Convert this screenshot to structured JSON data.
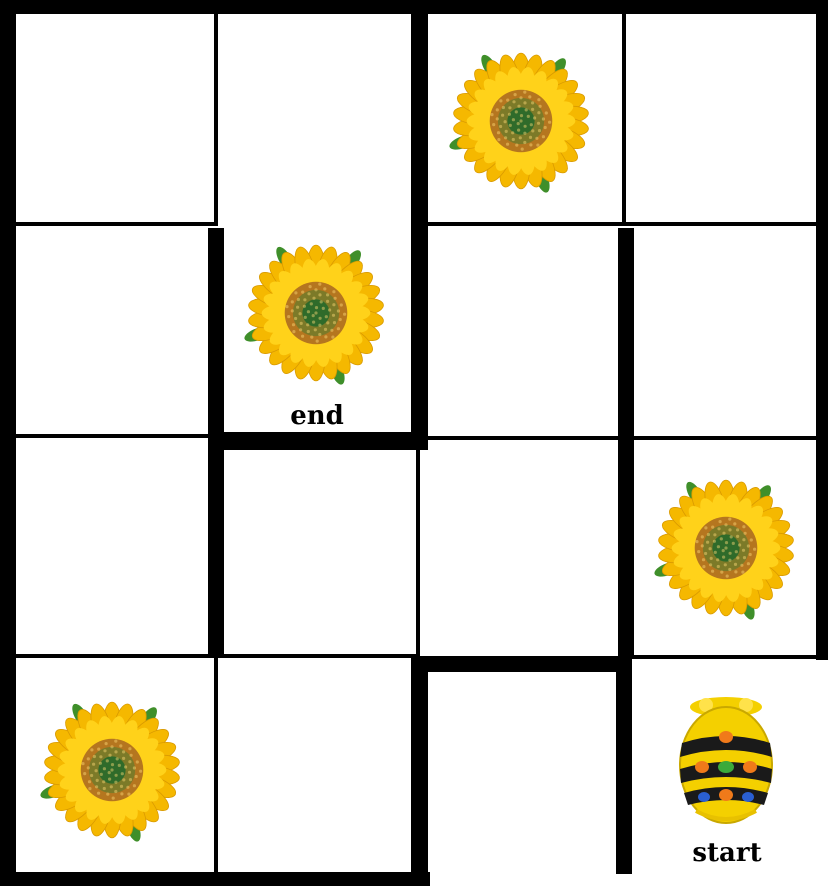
{
  "board": {
    "rows": 4,
    "cols": 4,
    "cells": [
      {
        "row": 0,
        "col": 2,
        "item": "sunflower"
      },
      {
        "row": 1,
        "col": 1,
        "item": "sunflower",
        "label": "end"
      },
      {
        "row": 2,
        "col": 3,
        "item": "sunflower"
      },
      {
        "row": 3,
        "col": 0,
        "item": "sunflower"
      },
      {
        "row": 3,
        "col": 3,
        "item": "bee-bot",
        "label": "start"
      }
    ]
  },
  "labels": {
    "end": "end",
    "start": "start"
  },
  "icons": {
    "sunflower": "sunflower-icon",
    "robot": "bee-bot-icon"
  },
  "colors": {
    "grid_line": "#000000",
    "petal": "#F5B800",
    "petal_inner": "#FFD21A",
    "seed_outer": "#B5761F",
    "seed_mid": "#7C7A28",
    "seed_center": "#2F6B2A",
    "leaf": "#3F8F2A",
    "bee_yellow": "#F4D000",
    "bee_black": "#1A1A1A"
  }
}
